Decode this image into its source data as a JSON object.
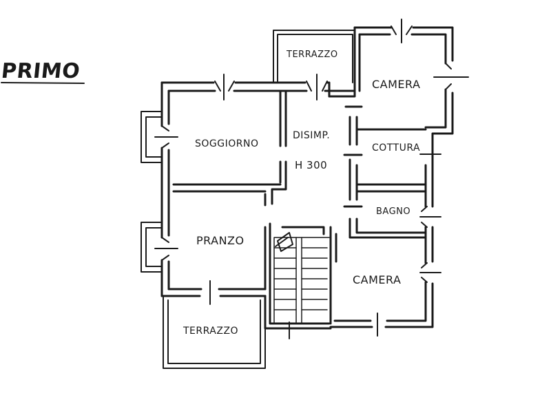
{
  "floor_title": "PRIMO",
  "rooms": {
    "terrazzo_top": "TERRAZZO",
    "camera_top": "CAMERA",
    "soggiorno": "SOGGIORNO",
    "disimp": "DISIMP.",
    "height": "H 300",
    "cottura": "COTTURA",
    "bagno": "BAGNO",
    "pranzo": "PRANZO",
    "camera_bottom": "CAMERA",
    "terrazzo_bottom": "TERRAZZO"
  },
  "colors": {
    "ink": "#1a1a1a",
    "paper": "#ffffff"
  }
}
